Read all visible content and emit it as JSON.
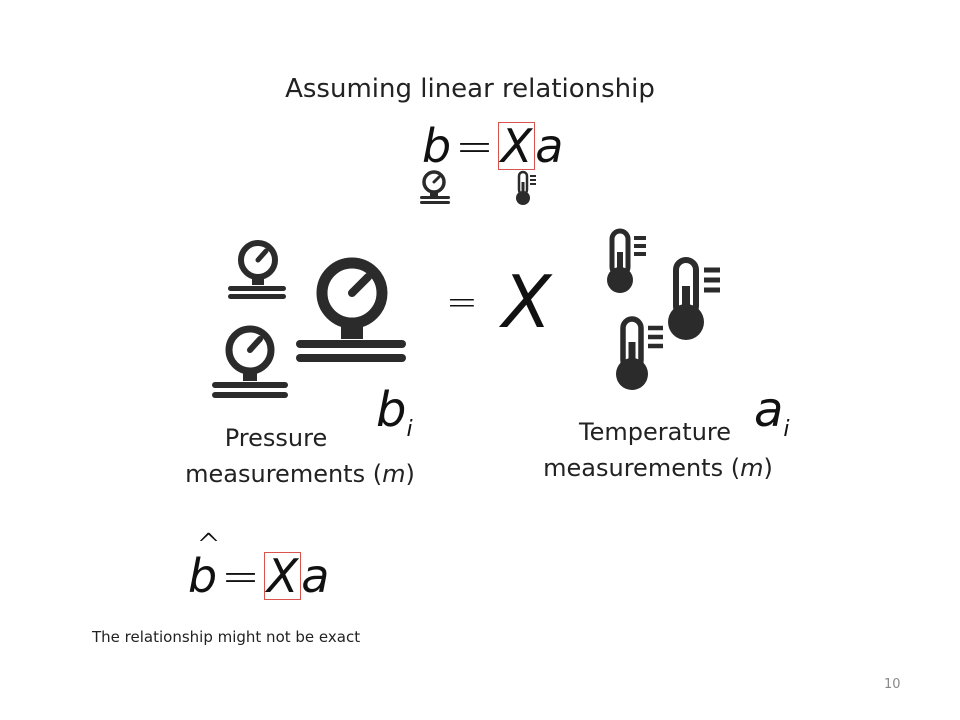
{
  "slide": {
    "heading": "Assuming linear relationship",
    "equation_top": {
      "lhs": "b",
      "op": "=",
      "coef": "X",
      "rhs": "a"
    },
    "center_equation": {
      "op": "=",
      "coef": "X"
    },
    "pressure_symbol": {
      "base": "b",
      "sub": "i"
    },
    "temperature_symbol": {
      "base": "a",
      "sub": "i"
    },
    "pressure_label": {
      "line1": "Pressure",
      "line2_prefix": "measurements (",
      "line2_var": "m",
      "line2_suffix": ")"
    },
    "temperature_label": {
      "line1": "Temperature",
      "line2_prefix": "measurements (",
      "line2_var": "m",
      "line2_suffix": ")"
    },
    "equation_bottom": {
      "lhs": "b",
      "hat": "^",
      "op": "=",
      "coef": "X",
      "rhs": "a"
    },
    "footnote": "The relationship might not be exact",
    "page_number": "10",
    "icons": {
      "pressure": "pressure-gauge-icon",
      "temperature": "thermometer-icon"
    },
    "colors": {
      "highlight_box": "#d9534f",
      "icon": "#2b2b2b"
    }
  }
}
